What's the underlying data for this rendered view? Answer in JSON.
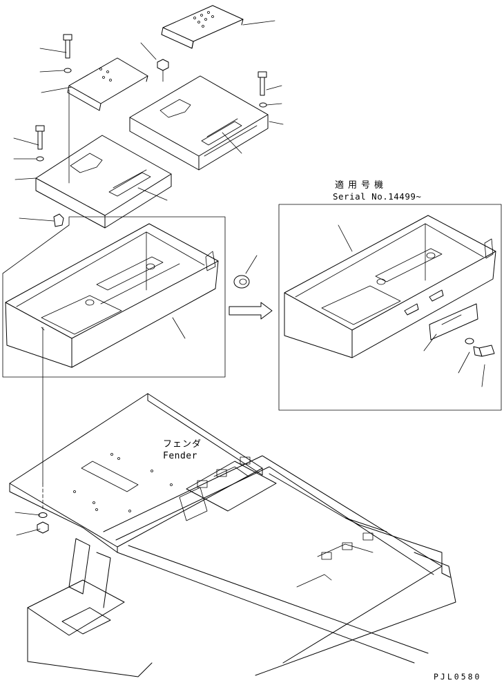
{
  "serial_note": {
    "japanese": "適用号機",
    "english": "Serial No.14499~"
  },
  "fender_label": {
    "japanese": "フェンダ",
    "english": "Fender"
  },
  "drawing_code": "PJL0580"
}
